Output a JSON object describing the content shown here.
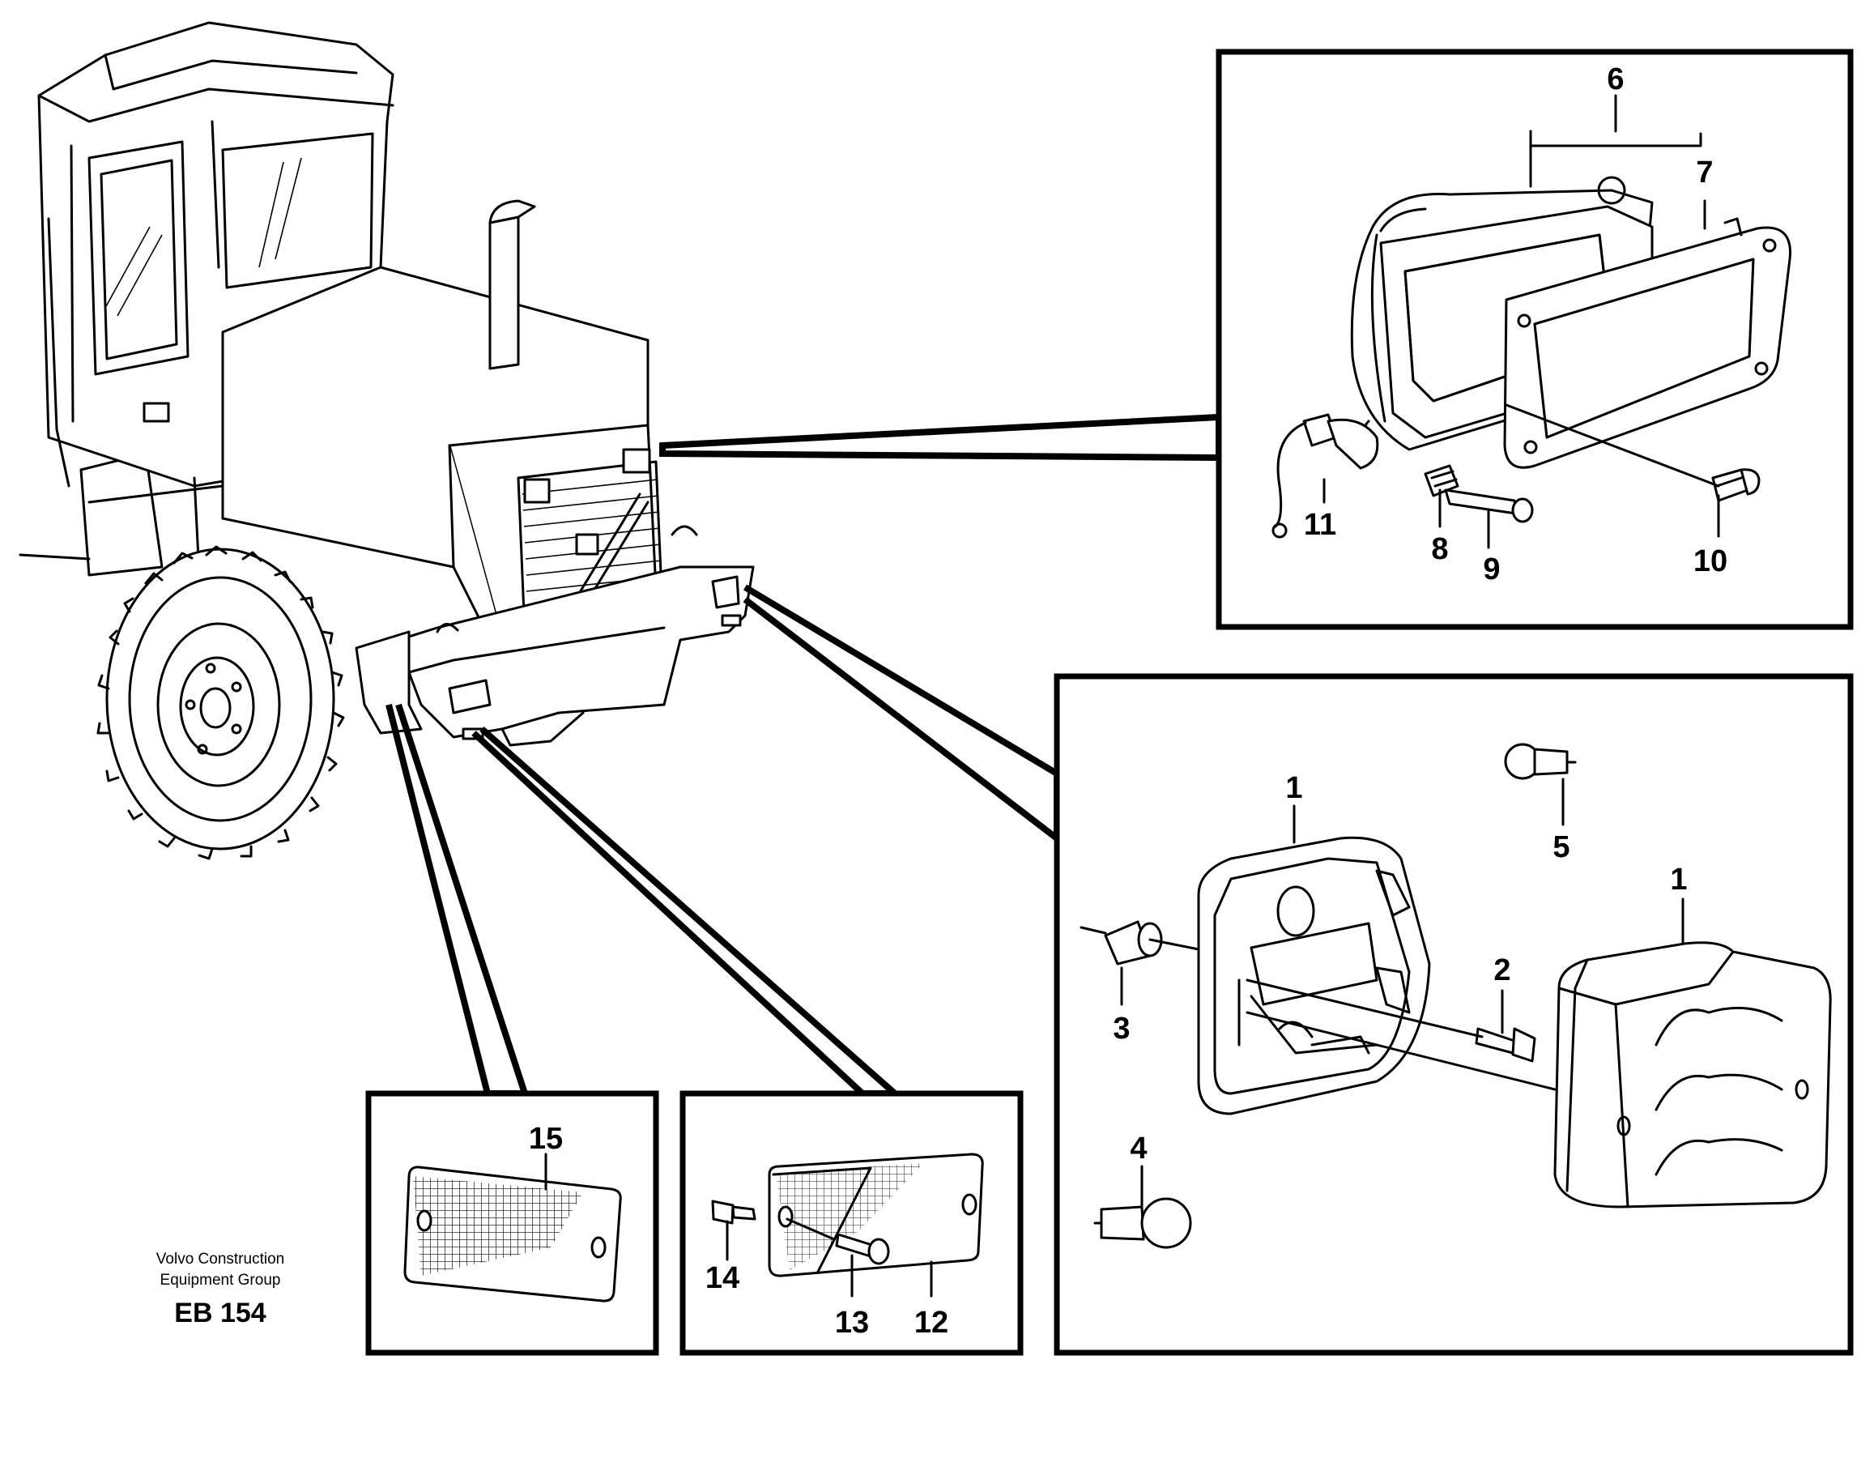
{
  "callouts": {
    "c1a": "1",
    "c1b": "1",
    "c2": "2",
    "c3": "3",
    "c4": "4",
    "c5": "5",
    "c6": "6",
    "c7": "7",
    "c8": "8",
    "c9": "9",
    "c10": "10",
    "c11": "11",
    "c12": "12",
    "c13": "13",
    "c14": "14",
    "c15": "15"
  },
  "credit": {
    "line1": "Volvo Construction",
    "line2": "Equipment Group",
    "code": "EB 154"
  },
  "colors": {
    "ink": "#000000",
    "paper": "#ffffff"
  }
}
